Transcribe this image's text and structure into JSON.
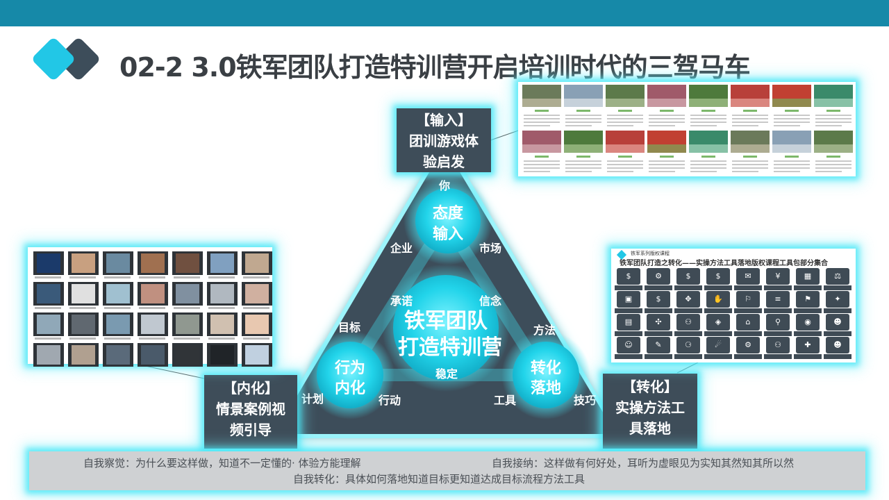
{
  "slide": {
    "title": "02-2 3.0铁军团队打造特训营开启培训时代的三驾马车"
  },
  "triangle": {
    "center_line1": "铁军团队",
    "center_line2": "打造特训营",
    "top_circle": {
      "line1": "态度",
      "line2": "输入"
    },
    "left_circle": {
      "line1": "行为",
      "line2": "内化"
    },
    "right_circle": {
      "line1": "转化",
      "line2": "落地"
    },
    "words": {
      "ni": "你",
      "qiye": "企业",
      "shichang": "市场",
      "chengnuo": "承诺",
      "xinnian": "信念",
      "mubiao": "目标",
      "fangfa": "方法",
      "wending": "稳定",
      "jihua": "计划",
      "xingdong": "行动",
      "gongju": "工具",
      "jiqiao": "技巧"
    }
  },
  "boxes": {
    "input": {
      "line1": "【输入】",
      "line2": "团训游戏体",
      "line3": "验启发"
    },
    "internal": {
      "line1": "【内化】",
      "line2": "情景案例视",
      "line3": "频引导"
    },
    "transform": {
      "line1": "【转化】",
      "line2": "实操方法工",
      "line3": "具落地"
    }
  },
  "icons_panel": {
    "header_small": "铁军系列版权课程",
    "header_title": "铁军团队打造之转化——实操方法工具落地版权课程工具包部分集合"
  },
  "bottom": {
    "line1_left": "自我察觉：为什么要这样做，知道不一定懂的· 体验方能理解",
    "line1_right": "自我接纳：这样做有何好处，耳听为虚眼见为实知其然知其所以然",
    "line2": "自我转化：具体如何落地知道目标更知道达成目标流程方法工具"
  },
  "colors": {
    "topbar": "#1689a8",
    "label_box": "#3e4d59",
    "triangle": "#3d4d5a",
    "glow": "#40e6f5",
    "circle": "#1fd3ea"
  }
}
